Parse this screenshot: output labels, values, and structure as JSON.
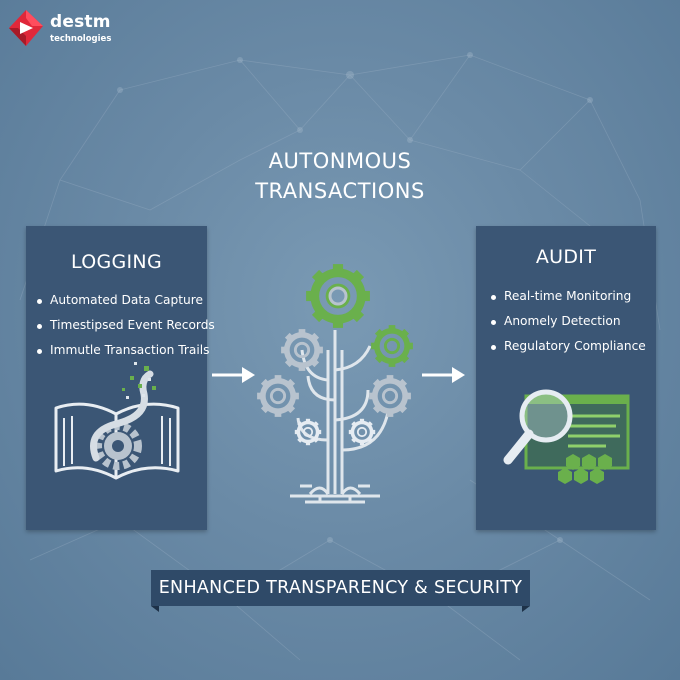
{
  "brand": {
    "name": "destm",
    "subtitle": "technologies",
    "colors": {
      "mark": "#e0283a",
      "mark_dark": "#a81a28"
    }
  },
  "title": {
    "line1": "AUTONMOUS",
    "line2": "TRANSACTIONS"
  },
  "left_panel": {
    "title": "LOGGING",
    "items": [
      "Automated Data Capture",
      "Timestipsed Event Records",
      "Immutle Transaction Trails"
    ],
    "illustration": "book-gear-icon"
  },
  "right_panel": {
    "title": "AUDIT",
    "items": [
      "Real-time Monitoring",
      "Anomely Detection",
      "Regulatory Compliance"
    ],
    "illustration": "magnifier-document-icon"
  },
  "center": {
    "illustration": "gear-tree-icon"
  },
  "banner": {
    "text": "ENHANCED TRANSPARENCY & SECURITY"
  },
  "colors": {
    "background": "#6a8aa6",
    "panel": "#3b5675",
    "accent_green": "#6ab04c",
    "line_gray": "#c8d0d8",
    "banner": "#2f4a68"
  }
}
